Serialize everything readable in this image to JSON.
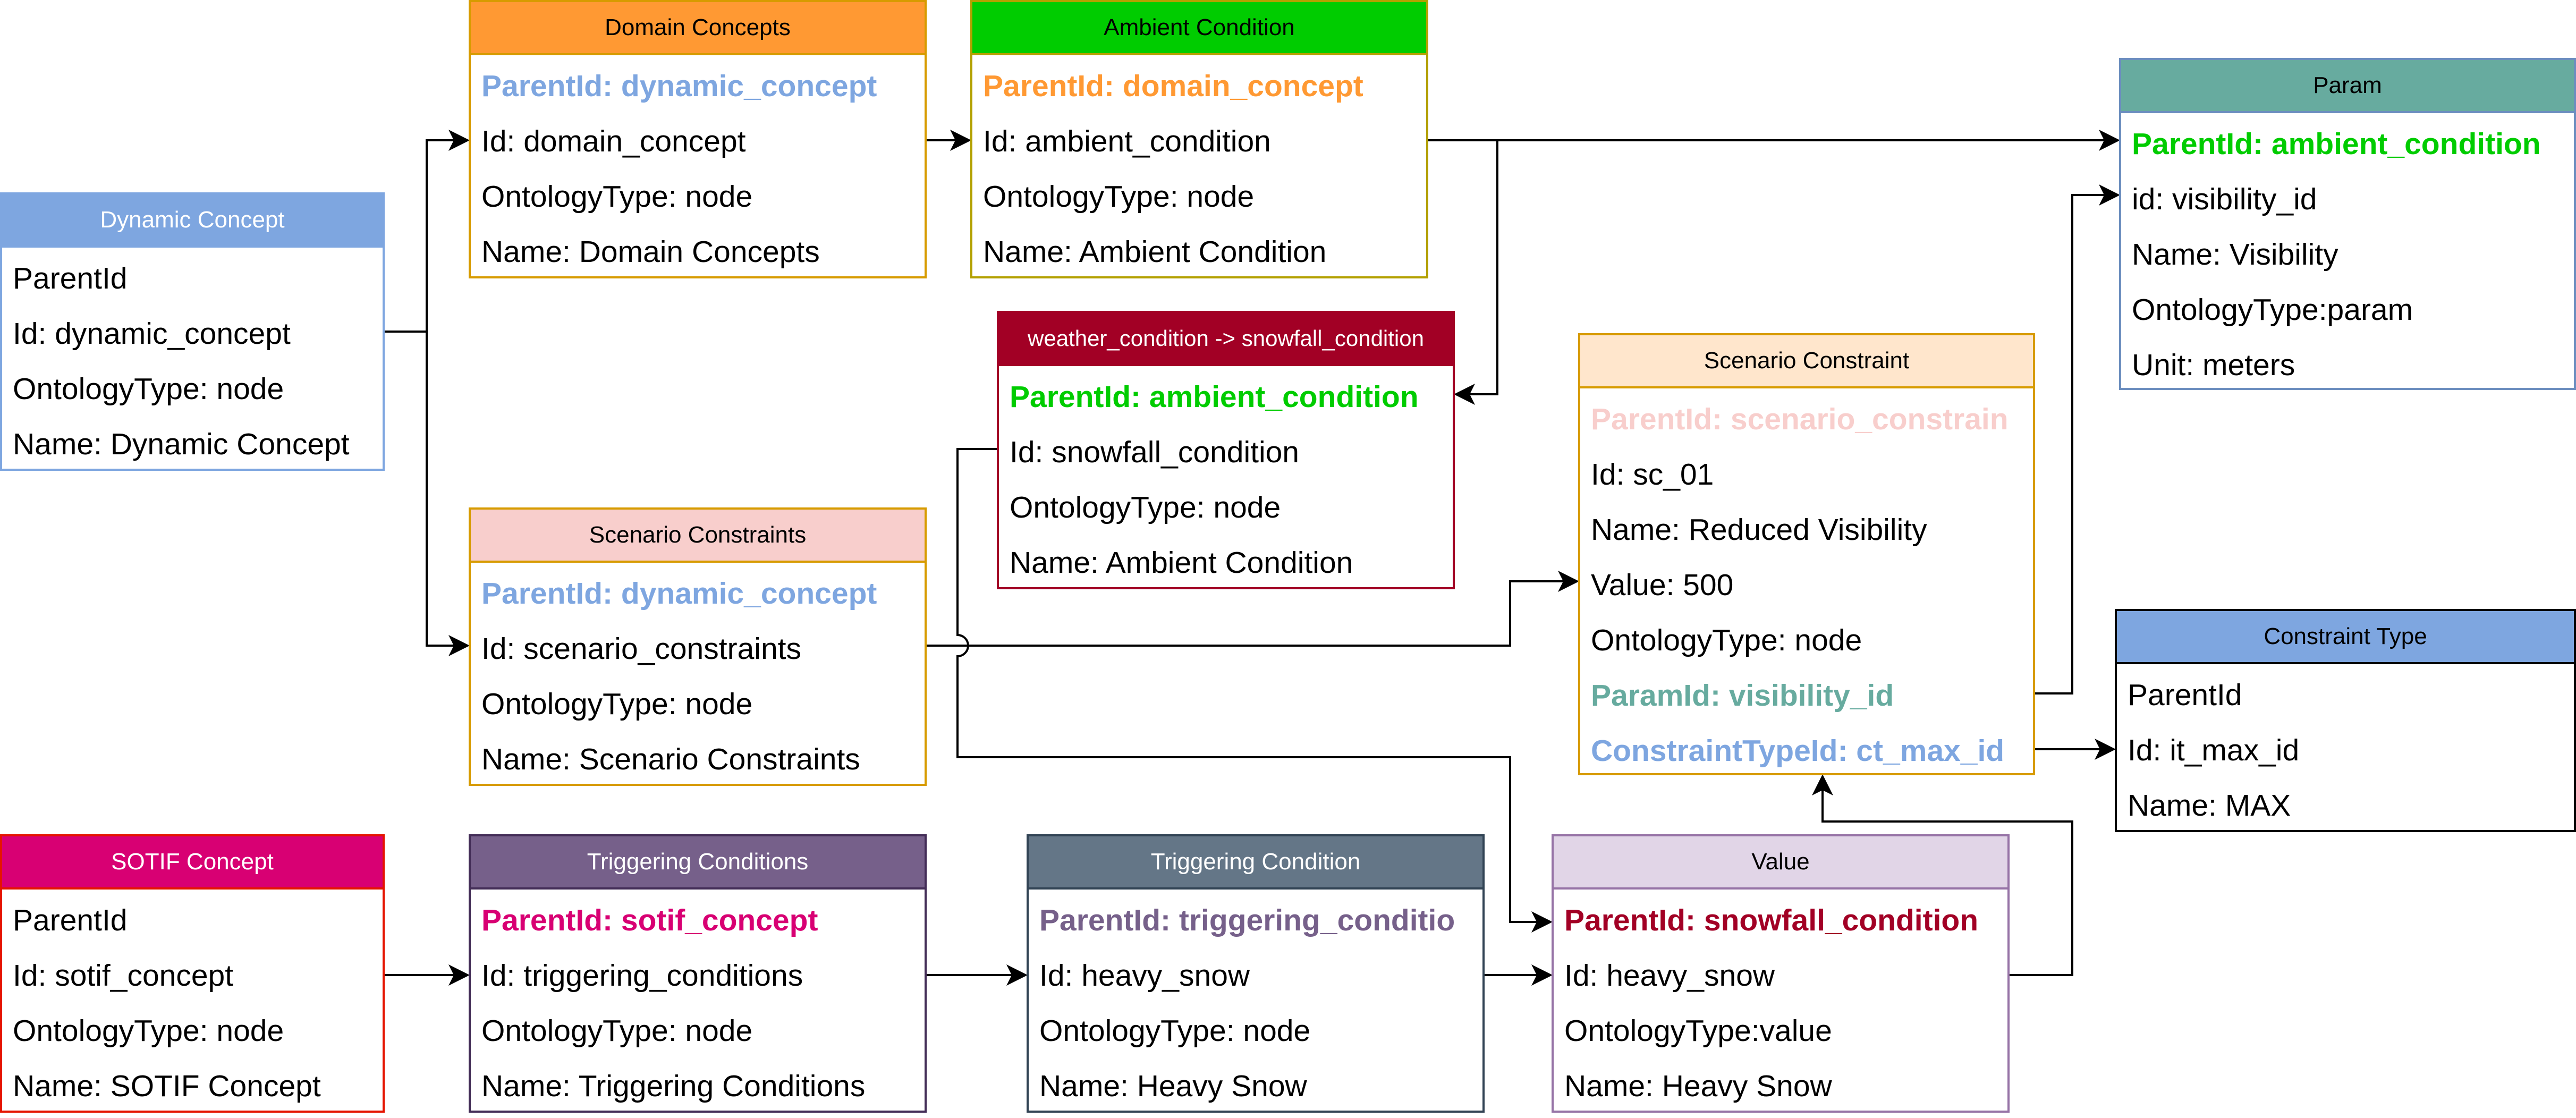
{
  "colors": {
    "dynamic_concept": "#7ea6e0",
    "domain_concept": "#ff9933",
    "ambient_condition": "#00cc00",
    "snowfall_condition": "#a20025",
    "scenario_constraint": "#f8cecc",
    "triggering_condition": "#76608a",
    "sotif_concept": "#d80073",
    "visibility_param": "#67ab9f",
    "constraint_type": "#7ea6e0"
  },
  "entities": {
    "dynamic": {
      "title": "Dynamic Concept",
      "rows": [
        "ParentId",
        "Id: dynamic_concept",
        "OntologyType: node",
        "Name: Dynamic Concept"
      ]
    },
    "domain": {
      "title": "Domain Concepts",
      "rows": [
        "ParentId: dynamic_concept",
        "Id: domain_concept",
        "OntologyType: node",
        "Name: Domain Concepts"
      ]
    },
    "ambient": {
      "title": "Ambient Condition",
      "rows": [
        "ParentId: domain_concept",
        "Id: ambient_condition",
        "OntologyType: node",
        "Name: Ambient Condition"
      ]
    },
    "weather": {
      "title": "weather_condition -> snowfall_condition",
      "rows": [
        "ParentId: ambient_condition",
        "Id: snowfall_condition",
        "OntologyType: node",
        "Name: Ambient Condition"
      ]
    },
    "scons": {
      "title": "Scenario Constraints",
      "rows": [
        "ParentId: dynamic_concept",
        "Id: scenario_constraints",
        "OntologyType: node",
        "Name: Scenario Constraints"
      ]
    },
    "scon": {
      "title": "Scenario Constraint",
      "rows": [
        "ParentId: scenario_constrain",
        "Id: sc_01",
        "Name: Reduced Visibility",
        "Value: 500",
        "OntologyType: node",
        "ParamId: visibility_id",
        "ConstraintTypeId: ct_max_id"
      ]
    },
    "param": {
      "title": "Param",
      "rows": [
        "ParentId: ambient_condition",
        "id: visibility_id",
        "Name: Visibility",
        "OntologyType:param",
        "Unit: meters"
      ]
    },
    "ctype": {
      "title": "Constraint Type",
      "rows": [
        "ParentId",
        "Id: it_max_id",
        "Name: MAX"
      ]
    },
    "sotif": {
      "title": "SOTIF Concept",
      "rows": [
        "ParentId",
        "Id: sotif_concept",
        "OntologyType: node",
        "Name: SOTIF Concept"
      ]
    },
    "trigs": {
      "title": "Triggering Conditions",
      "rows": [
        "ParentId: sotif_concept",
        "Id: triggering_conditions",
        "OntologyType: node",
        "Name: Triggering Conditions"
      ]
    },
    "trig": {
      "title": "Triggering Condition",
      "rows": [
        "ParentId: triggering_conditio",
        "Id: heavy_snow",
        "OntologyType: node",
        "Name: Heavy Snow"
      ]
    },
    "value": {
      "title": "Value",
      "rows": [
        "ParentId: snowfall_condition",
        "Id: heavy_snow",
        "OntologyType:value",
        "Name: Heavy Snow"
      ]
    }
  },
  "highlights": {
    "domain.0": "dynamic_concept",
    "ambient.0": "domain_concept",
    "weather.0": "ambient_condition",
    "scons.0": "dynamic_concept",
    "scon.0": "scenario_constraint",
    "scon.5": "visibility_param",
    "scon.6": "constraint_type",
    "param.0": "ambient_condition",
    "trigs.0": "sotif_concept",
    "trig.0": "triggering_condition",
    "value.0": "snowfall_condition"
  }
}
